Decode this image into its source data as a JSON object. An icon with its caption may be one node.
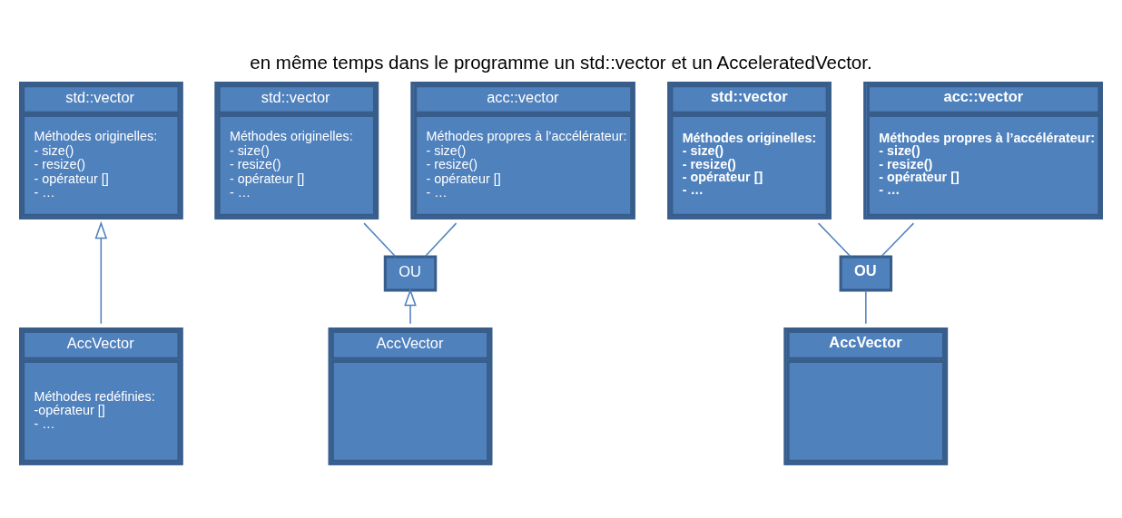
{
  "diagram": {
    "title": "en même temps dans le programme un std::vector et un AcceleratedVector.",
    "nodes": [
      {
        "text": [
          "std::vector",
          "Méthodes originelles:",
          "- size()",
          "- resize()",
          "- opérateur []",
          "- …"
        ]
      },
      {
        "text": [
          "AccVector",
          "Méthodes redéfinies:",
          "-opérateur []",
          "- …"
        ]
      },
      {
        "text": [
          "std::vector",
          "Méthodes originelles:",
          "- size()",
          "- resize()",
          "- opérateur []",
          "- …"
        ]
      },
      {
        "text": [
          "acc::vector",
          "Méthodes propres à l’accélérateur:",
          "- size()",
          "- resize()",
          "- opérateur []",
          "- …"
        ]
      },
      {
        "text": [
          "OU"
        ]
      },
      {
        "text": [
          "AccVector"
        ]
      },
      {
        "text": [
          "std::vector",
          "Méthodes originelles:",
          "- size()",
          "- resize()",
          "- opérateur []",
          "- …"
        ]
      },
      {
        "text": [
          "acc::vector",
          "Méthodes propres à l’accélérateur:",
          "- size()",
          "- resize()",
          "- opérateur []",
          "- …"
        ]
      },
      {
        "text": [
          "OU"
        ]
      },
      {
        "text": [
          "AccVector"
        ]
      }
    ],
    "edges": [
      {
        "from": 1,
        "to": 0,
        "arrow": "to"
      },
      {
        "from": 2,
        "to": 4,
        "arrow": "none"
      },
      {
        "from": 3,
        "to": 4,
        "arrow": "none"
      },
      {
        "from": 5,
        "to": 4,
        "arrow": "to"
      },
      {
        "from": 6,
        "to": 8,
        "arrow": "none"
      },
      {
        "from": 7,
        "to": 8,
        "arrow": "none"
      },
      {
        "from": 9,
        "to": 8,
        "arrow": "none"
      }
    ]
  }
}
